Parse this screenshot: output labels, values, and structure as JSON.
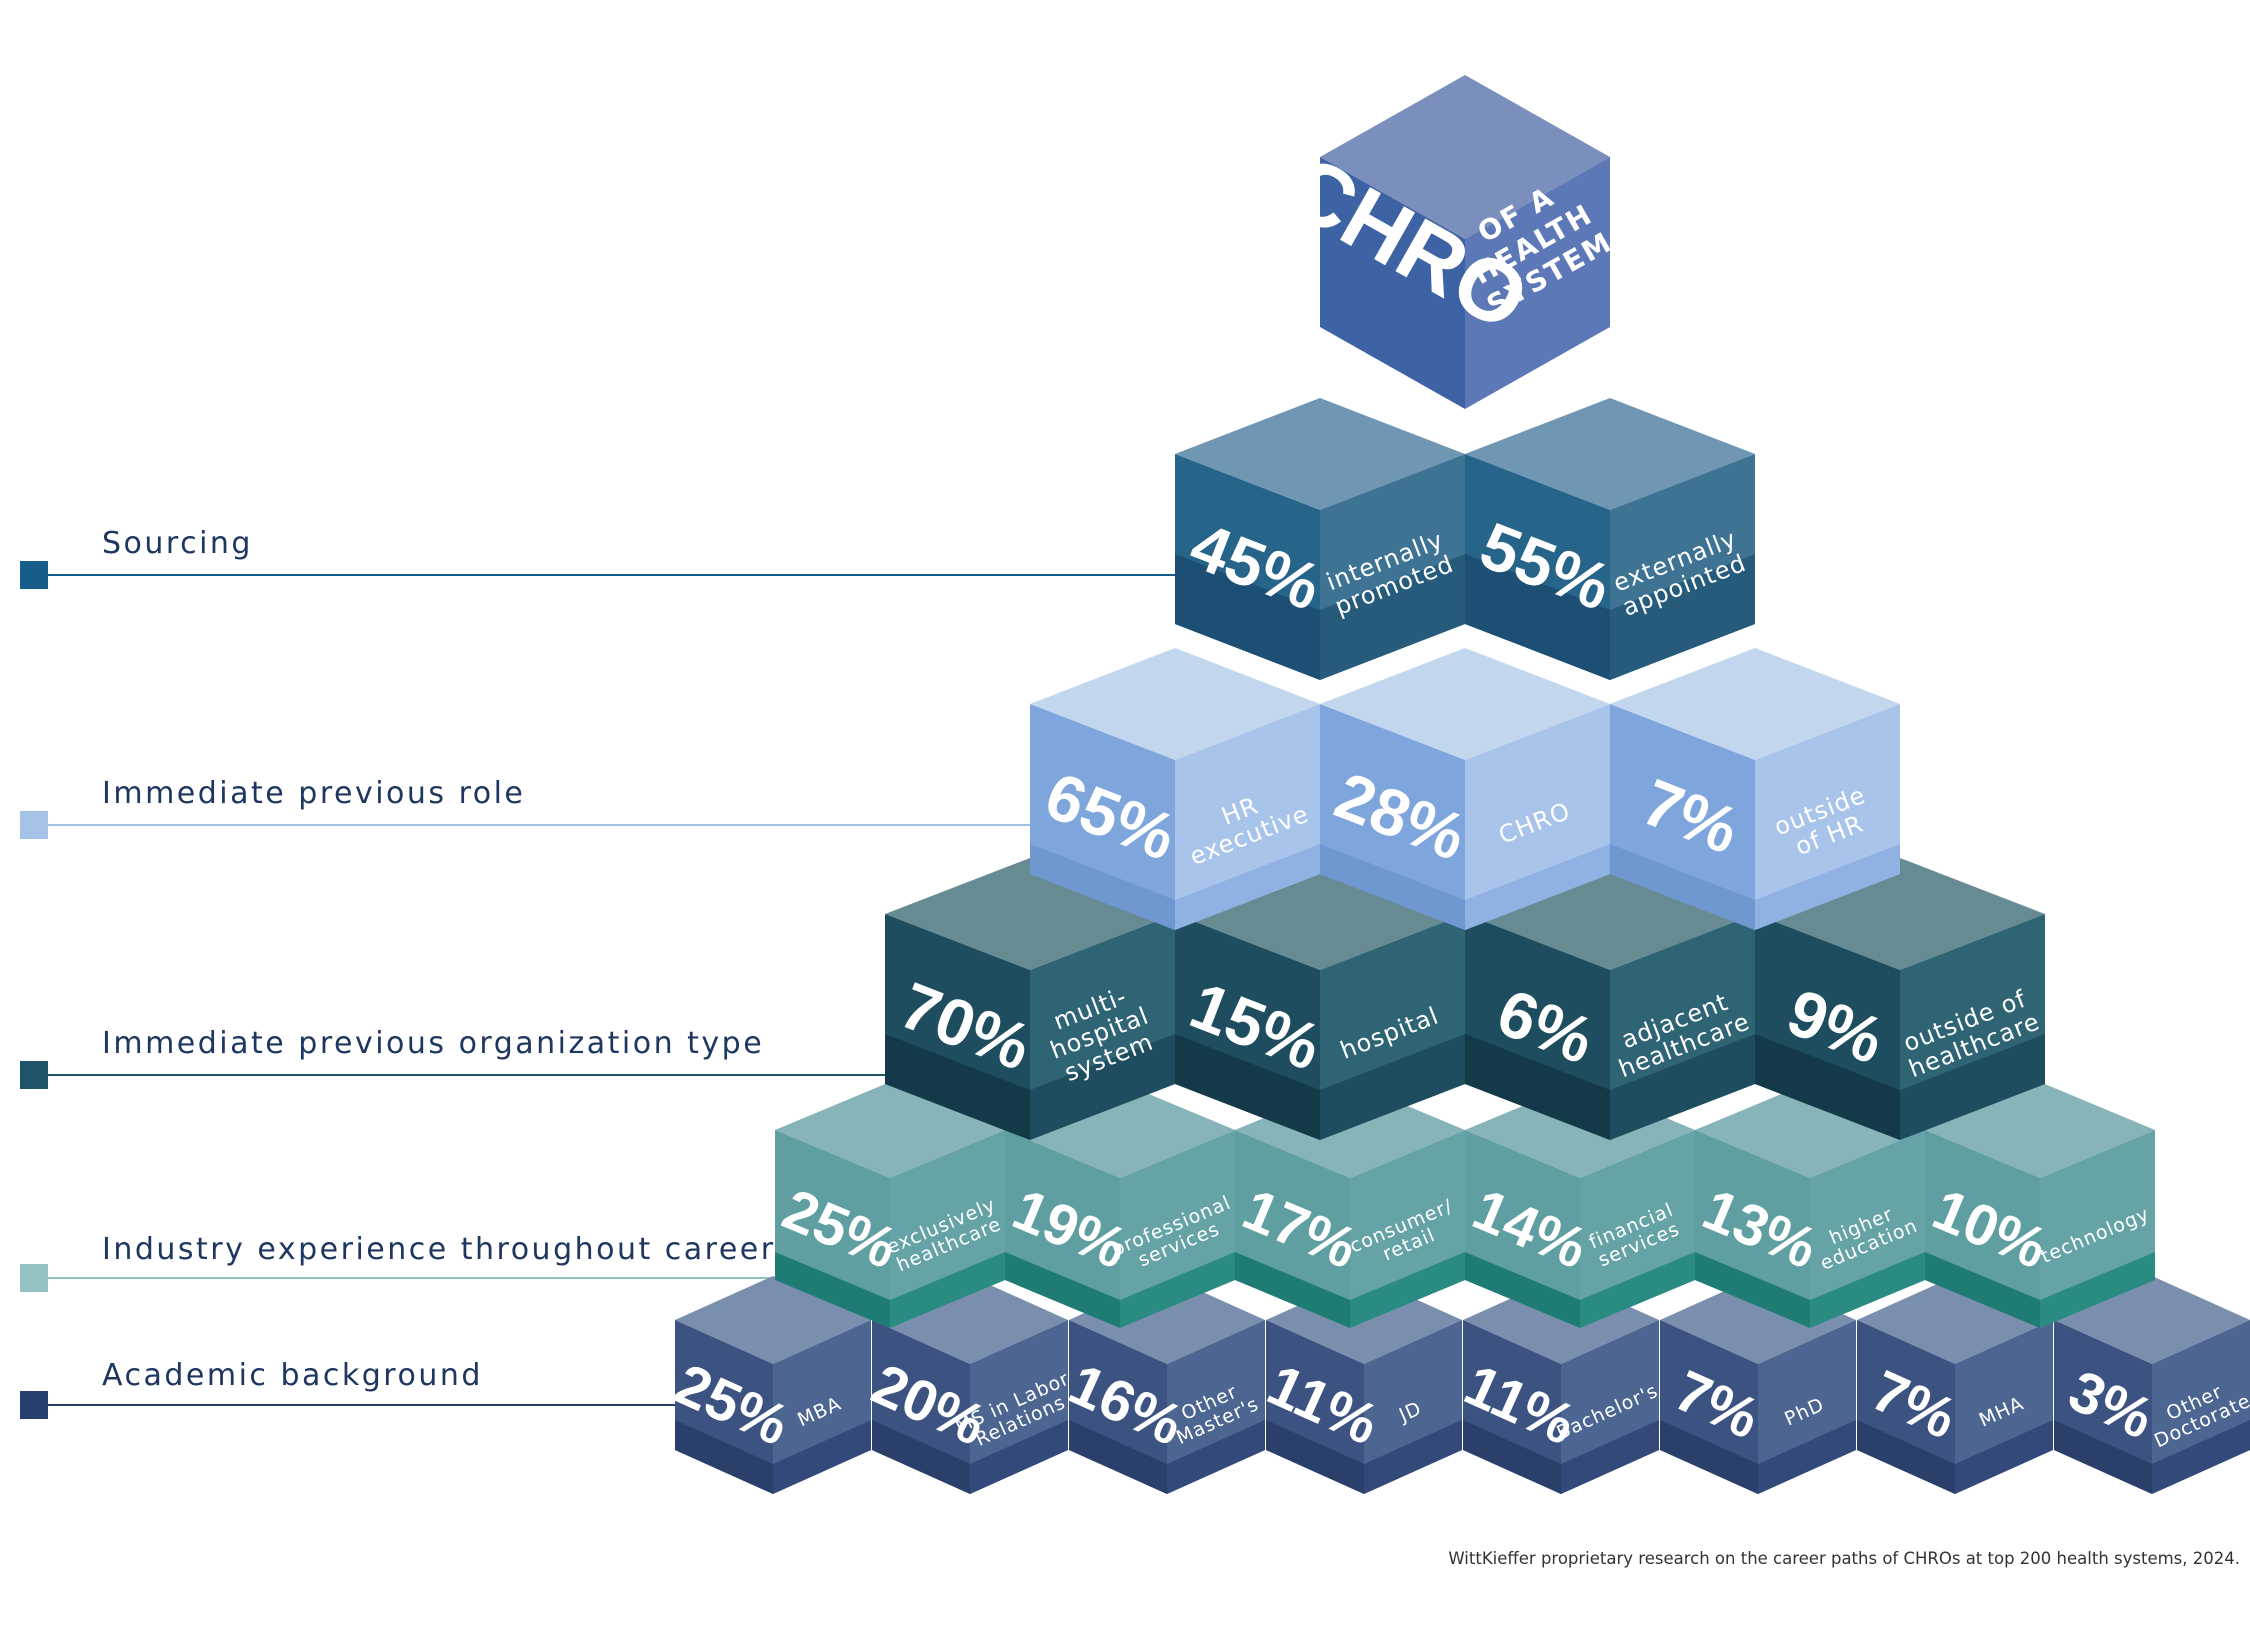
{
  "legend": [
    {
      "label": "Sourcing",
      "color": "#175d8a"
    },
    {
      "label": "Immediate previous role",
      "color": "#a4c2e8"
    },
    {
      "label": "Immediate previous organization type",
      "color": "#1f5367"
    },
    {
      "label": "Industry experience throughout career",
      "color": "#92c0c3"
    },
    {
      "label": "Academic background",
      "color": "#253f6e"
    }
  ],
  "apex": {
    "title": "CHRO",
    "subtitle_lines": [
      "OF A",
      "HEALTH",
      "SYSTEM"
    ]
  },
  "tiers": [
    {
      "name": "Sourcing",
      "items": [
        {
          "value": "45%",
          "label_lines": [
            "internally",
            "promoted"
          ]
        },
        {
          "value": "55%",
          "label_lines": [
            "externally",
            "appointed"
          ]
        }
      ]
    },
    {
      "name": "Immediate previous role",
      "items": [
        {
          "value": "65%",
          "label_lines": [
            "HR",
            "executive"
          ]
        },
        {
          "value": "28%",
          "label_lines": [
            "CHRO"
          ]
        },
        {
          "value": "7%",
          "label_lines": [
            "outside",
            "of HR"
          ]
        }
      ]
    },
    {
      "name": "Immediate previous organization type",
      "items": [
        {
          "value": "70%",
          "label_lines": [
            "multi-",
            "hospital",
            "system"
          ]
        },
        {
          "value": "15%",
          "label_lines": [
            "hospital"
          ]
        },
        {
          "value": "6%",
          "label_lines": [
            "adjacent",
            "healthcare"
          ]
        },
        {
          "value": "9%",
          "label_lines": [
            "outside of",
            "healthcare"
          ]
        }
      ]
    },
    {
      "name": "Industry experience throughout career",
      "items": [
        {
          "value": "25%",
          "label_lines": [
            "exclusively",
            "healthcare"
          ]
        },
        {
          "value": "19%",
          "label_lines": [
            "professional",
            "services"
          ]
        },
        {
          "value": "17%",
          "label_lines": [
            "consumer/",
            "retail"
          ]
        },
        {
          "value": "14%",
          "label_lines": [
            "financial",
            "services"
          ]
        },
        {
          "value": "13%",
          "label_lines": [
            "higher",
            "education"
          ]
        },
        {
          "value": "10%",
          "label_lines": [
            "technology"
          ]
        }
      ]
    },
    {
      "name": "Academic background",
      "items": [
        {
          "value": "25%",
          "label_lines": [
            "MBA"
          ]
        },
        {
          "value": "20%",
          "label_lines": [
            "MS in Labor",
            "Relations"
          ]
        },
        {
          "value": "16%",
          "label_lines": [
            "Other",
            "Master's"
          ]
        },
        {
          "value": "11%",
          "label_lines": [
            "JD"
          ]
        },
        {
          "value": "11%",
          "label_lines": [
            "Bachelor's"
          ]
        },
        {
          "value": "7%",
          "label_lines": [
            "PhD"
          ]
        },
        {
          "value": "7%",
          "label_lines": [
            "MHA"
          ]
        },
        {
          "value": "3%",
          "label_lines": [
            "Other",
            "Doctorate"
          ]
        }
      ]
    }
  ],
  "source_note": "WittKieffer proprietary research on the career paths of CHROs at top 200 health systems, 2024."
}
